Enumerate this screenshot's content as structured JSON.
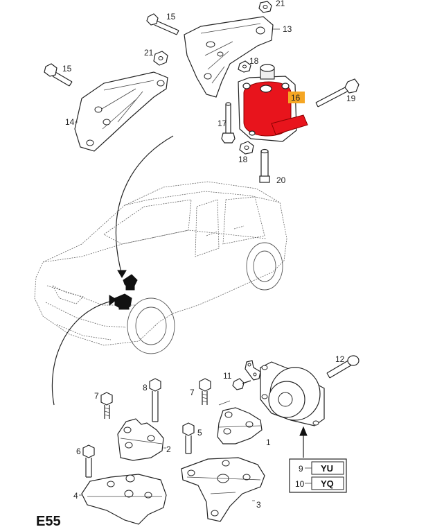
{
  "diagram": {
    "page_code": "E55",
    "highlight_color": "#f5a623",
    "part_color": "#e8141c",
    "highlighted_part": "16",
    "labels": {
      "p1": "1",
      "p2": "2",
      "p3": "3",
      "p4": "4",
      "p5": "5",
      "p6": "6",
      "p7a": "7",
      "p7b": "7",
      "p8": "8",
      "p9": "9",
      "p10": "10",
      "p11": "11",
      "p12": "12",
      "p13": "13",
      "p14": "14",
      "p15a": "15",
      "p15b": "15",
      "p16": "16",
      "p17": "17",
      "p18a": "18",
      "p18b": "18",
      "p19": "19",
      "p20": "20",
      "p21a": "21",
      "p21b": "21"
    },
    "codes": {
      "c9": "YU",
      "c10": "YQ"
    }
  }
}
